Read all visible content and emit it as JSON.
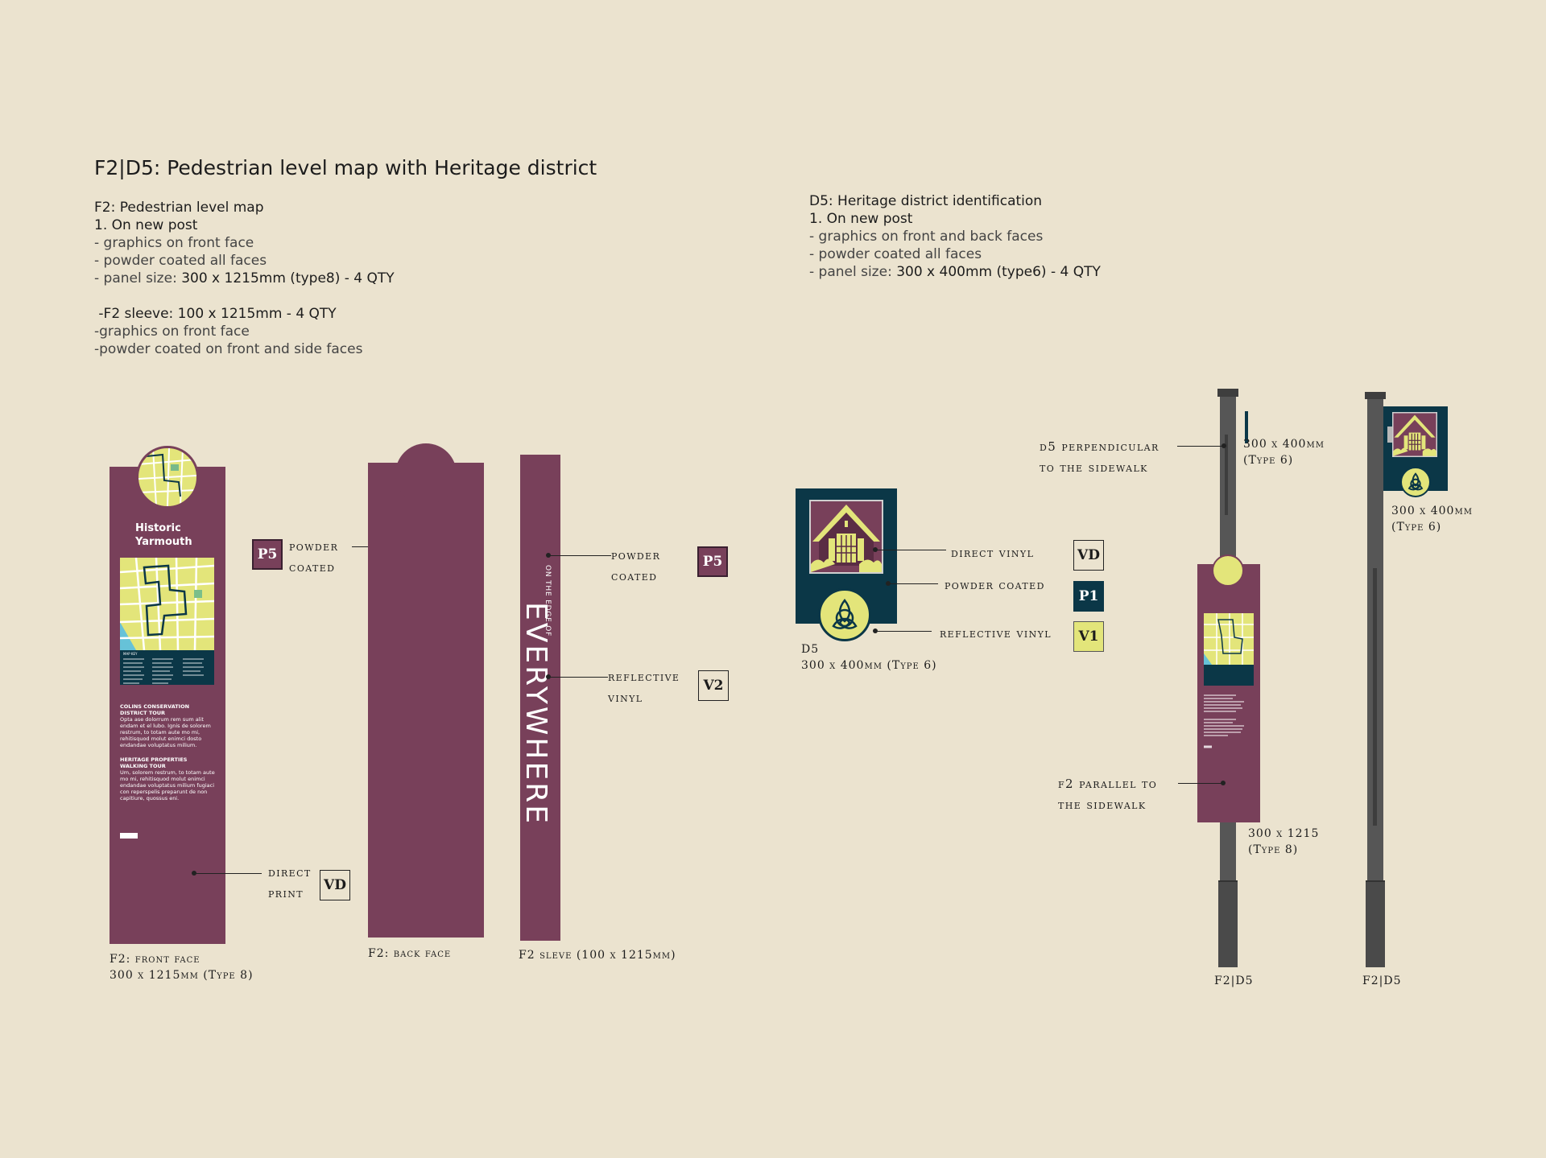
{
  "title": "F2|D5: Pedestrian level map with Heritage district",
  "f2_spec": {
    "heading": "F2: Pedestrian level map",
    "item1": "1. On new post",
    "l1": "- graphics on front face",
    "l2": "- powder coated all faces",
    "l3_pre": "- panel size: ",
    "l3_val": "300 x 1215mm (type8) - 4 QTY",
    "sleeve": " -F2 sleeve: 100 x 1215mm - 4 QTY",
    "s1": "-graphics on front face",
    "s2": "-powder coated on front and side faces"
  },
  "d5_spec": {
    "heading": "D5: Heritage district identification",
    "item1": "1. On new post",
    "l1": "- graphics on front and back faces",
    "l2": "- powder coated all faces",
    "l3_pre": "- panel size: ",
    "l3_val": "300 x 400mm (type6) - 4 QTY"
  },
  "colors": {
    "plum": "#78405a",
    "navy": "#0b3747",
    "yellow": "#e3e57a",
    "background": "#ebe3cf",
    "post": "#555555"
  },
  "f2_front": {
    "sign_title": "Historic\nYarmouth",
    "legend_heading": "MAP KEY",
    "tour1_title": "COLINS CONSERVATION\nDISTRICT TOUR",
    "tour1_body": "Opta ase dolorrum rem sum alit\nendam et el lubo. Ignis de solorem\nrestrum, to totam aute mo mi,\nrehitisquod molut enimci dosto\nendandae voluptatus milium.",
    "tour2_title": "HERITAGE PROPERTIES\nWALKING TOUR",
    "tour2_body": "Um, solorem restrum, to totam aute\nmo mi, rehitisquod molut enimci\nendandae voluptatus milium fugiaci\ncon reperspelis preparunt de non\ncapitiure, quossus eni.",
    "caption1": "F2: front face",
    "caption2": "300 x 1215mm (Type 8)",
    "callout_p5_1": "POWDER",
    "callout_p5_2": "COATED",
    "callout_vd_1": "DIRECT",
    "callout_vd_2": "PRINT"
  },
  "f2_back": {
    "caption": "F2: back face"
  },
  "f2_sleeve": {
    "small_text": "ON THE EDGE OF",
    "big_text": "EVERYWHERE",
    "caption": "F2 sleve (100 x 1215mm)",
    "callout_pc_1": "POWDER",
    "callout_pc_2": "COATED",
    "callout_rv_1": "REFLECTIVE",
    "callout_rv_2": "VINYL"
  },
  "badges": {
    "p5": "P5",
    "vd": "VD",
    "v2": "V2",
    "p1": "P1",
    "v1": "V1"
  },
  "d5_panel": {
    "caption1": "D5",
    "caption2": "300 x 400mm (Type 6)",
    "callout_dv": "DIRECT VINYL",
    "callout_pc": "POWDER COATED",
    "callout_rv": "REFLECTIVE VINYL"
  },
  "post1": {
    "d5_label_1": "D5 PERPENDICULAR",
    "d5_label_2": "TO THE SIDEWALK",
    "d5_size_1": "300 x 400mm",
    "d5_size_2": "(Type 6)",
    "f2_label_1": "F2 PARALLEL TO",
    "f2_label_2": "THE SIDEWALK",
    "f2_size_1": "300 x 1215",
    "f2_size_2": "(Type 8)",
    "caption": "F2|D5"
  },
  "post2": {
    "d5_size_1": "300 x 400mm",
    "d5_size_2": "(Type 6)",
    "caption": "F2|D5"
  }
}
